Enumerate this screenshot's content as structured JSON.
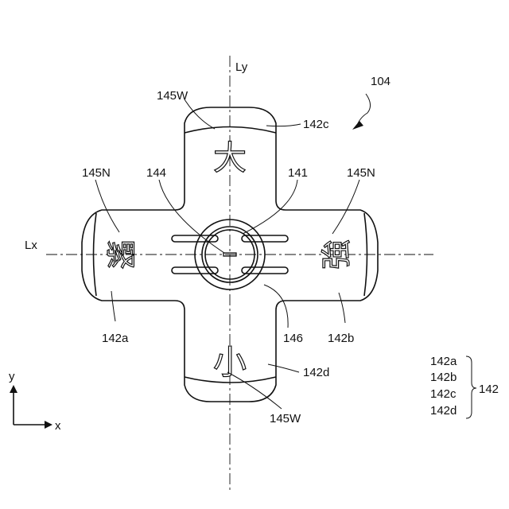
{
  "figure": {
    "ref_main": "104",
    "axis_x": "Lx",
    "axis_y": "Ly",
    "coord_x": "x",
    "coord_y": "y"
  },
  "labels": {
    "w_top": "145W",
    "w_bottom": "145W",
    "n_left": "145N",
    "n_right": "145N",
    "c144": "144",
    "c141": "141",
    "c146": "146",
    "part_a": "142a",
    "part_b": "142b",
    "part_c": "142c",
    "part_d": "142d"
  },
  "legend": {
    "items": [
      "142a",
      "142b",
      "142c",
      "142d"
    ],
    "group": "142"
  },
  "glyphs": {
    "top": "大",
    "bottom": "小",
    "left": "緊",
    "right": "強"
  }
}
